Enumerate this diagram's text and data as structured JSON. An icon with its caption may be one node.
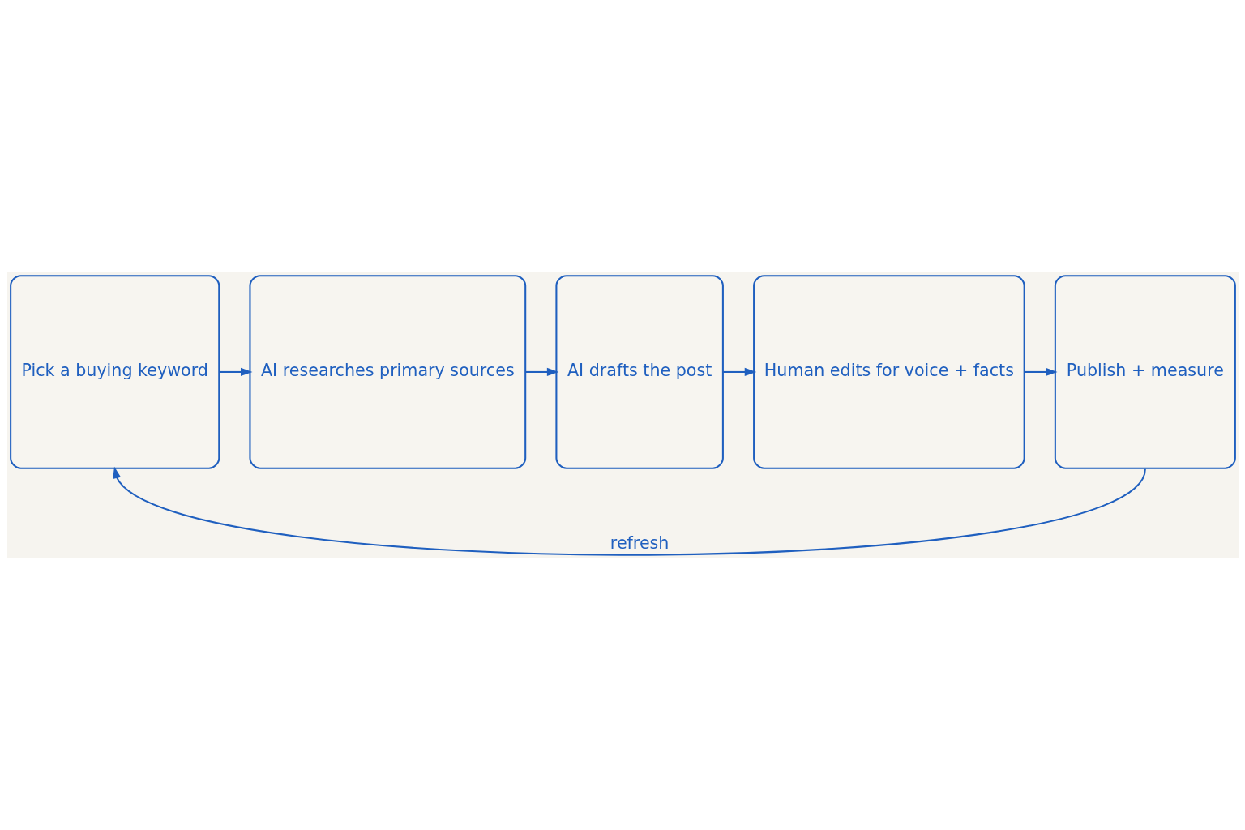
{
  "diagram": {
    "nodes": [
      {
        "text": [
          "Pick a buying keyword"
        ]
      },
      {
        "text": [
          "AI researches primary sources"
        ]
      },
      {
        "text": [
          "AI drafts the post"
        ]
      },
      {
        "text": [
          "Human edits for voice + facts"
        ]
      },
      {
        "text": [
          "Publish + measure"
        ]
      }
    ],
    "edges": [
      {
        "from": 0,
        "to": 1,
        "arrow": "to"
      },
      {
        "from": 1,
        "to": 2,
        "arrow": "to"
      },
      {
        "from": 2,
        "to": 3,
        "arrow": "to"
      },
      {
        "from": 3,
        "to": 4,
        "arrow": "to"
      },
      {
        "from": 4,
        "to": 0,
        "arrow": "to",
        "label": "refresh"
      }
    ]
  }
}
